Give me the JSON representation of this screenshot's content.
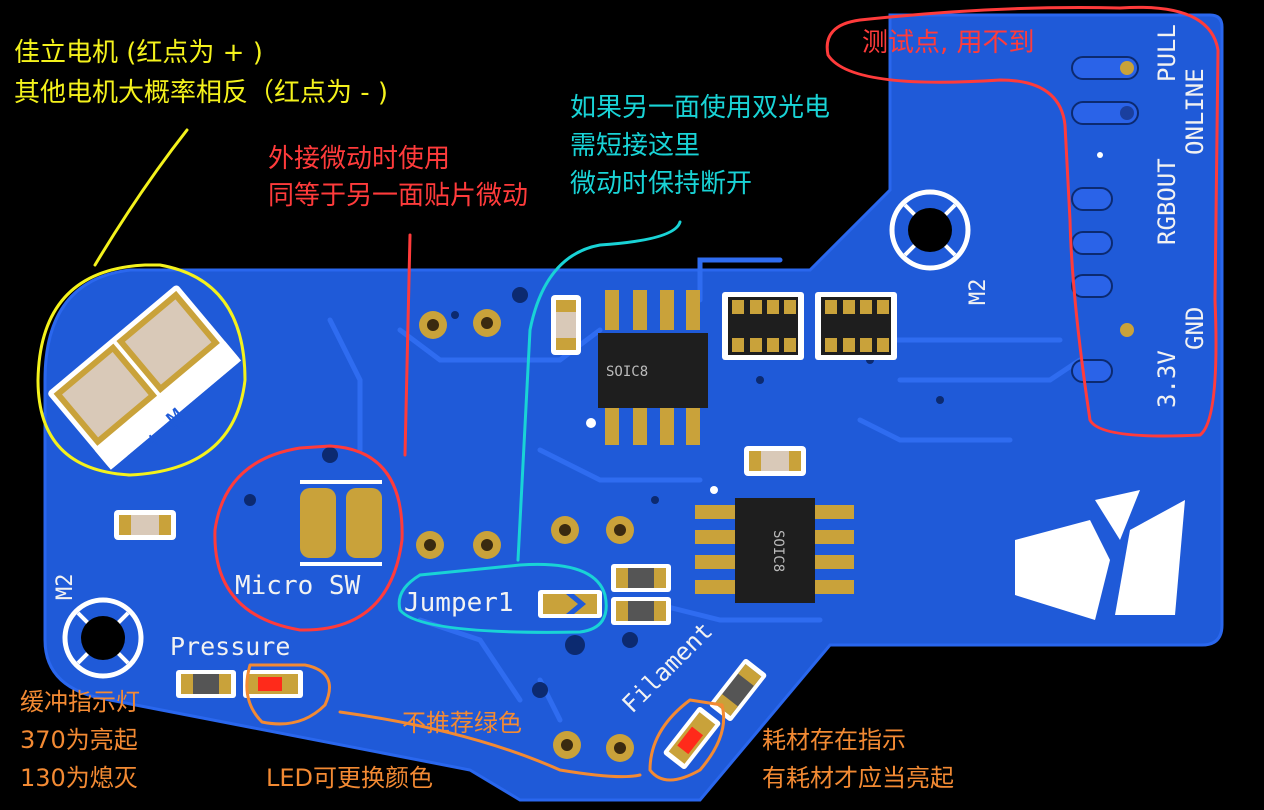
{
  "annotations": {
    "motor_line1": "佳立电机 (红点为 + )",
    "motor_line2": "其他电机大概率相反（红点为 - )",
    "testpoint": "测试点, 用不到",
    "ext_switch_line1": "外接微动时使用",
    "ext_switch_line2": "同等于另一面贴片微动",
    "jumper_line1": "如果另一面使用双光电",
    "jumper_line2": "需短接这里",
    "jumper_line3": "微动时保持断开",
    "buffer_led_line1": "缓冲指示灯",
    "buffer_led_line2": "370为亮起",
    "buffer_led_line3": "130为熄灭",
    "not_green": "不推荐绿色",
    "led_replace": "LED可更换颜色",
    "filament_line1": "耗材存在指示",
    "filament_line2": "有耗材才应当亮起"
  },
  "silkscreen": {
    "m2_left": "M2",
    "m2_right": "M2",
    "micro_sw": "Micro SW",
    "jumper": "Jumper1",
    "pressure": "Pressure",
    "filament": "Filament",
    "motor_plus": "+",
    "motor_m": "M",
    "motor_minus": "-",
    "soic_top": "SOIC8",
    "soic_right": "SOIC8",
    "pin_pull": "PULL",
    "pin_online": "ONLINE",
    "pin_rgbout": "RGBOUT",
    "pin_gnd": "GND",
    "pin_33v": "3.3V"
  },
  "colors": {
    "pcb": "#1f5ad8",
    "pcb_trace": "#2f6cf0",
    "pad_gold": "#c9a23a",
    "annotation_yellow": "#f4f21c",
    "annotation_red": "#ff3b3b",
    "annotation_cyan": "#19d3d6",
    "annotation_orange": "#f38a33",
    "led_red": "#ff2a1a"
  }
}
